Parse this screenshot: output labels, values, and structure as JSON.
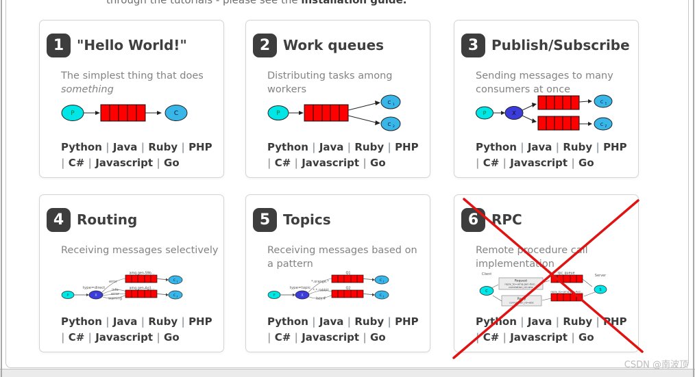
{
  "page": {
    "top_note_prefix": "through the tutorials - please see the ",
    "top_note_bold": "installation guide.",
    "watermark": "CSDN @南波顶"
  },
  "languages": {
    "items": [
      "Python",
      "Java",
      "Ruby",
      "PHP",
      "C#",
      "Javascript",
      "Go"
    ],
    "separator": "|"
  },
  "cards": [
    {
      "number": "1",
      "title": "\"Hello World!\"",
      "description": "The simplest thing that does ",
      "description_italic": "something"
    },
    {
      "number": "2",
      "title": "Work queues",
      "description": "Distributing tasks among workers"
    },
    {
      "number": "3",
      "title": "Publish/Subscribe",
      "description": "Sending messages to many consumers at once"
    },
    {
      "number": "4",
      "title": "Routing",
      "description": "Receiving messages selectively"
    },
    {
      "number": "5",
      "title": "Topics",
      "description": "Receiving messages based on a pattern"
    },
    {
      "number": "6",
      "title": "RPC",
      "description": "Remote procedure call implementation"
    }
  ],
  "diagrams": {
    "hello": {
      "producer": "P",
      "consumer": "C"
    },
    "work": {
      "producer": "P",
      "consumer1": "C",
      "consumer1_sub": "1",
      "consumer2": "C",
      "consumer2_sub": "2"
    },
    "pubsub": {
      "producer": "P",
      "exchange": "X",
      "consumer1": "C",
      "consumer1_sub": "1",
      "consumer2": "C",
      "consumer2_sub": "2"
    },
    "routing": {
      "producer": "P",
      "exchange": "X",
      "exchange_type": "type=direct",
      "binding1": "error",
      "binding2": "info",
      "binding3": "error",
      "binding4": "warning",
      "queue1_label": "amq.gen-S9b...",
      "queue2_label": "amq.gen-Ag1...",
      "consumer1": "C",
      "consumer1_sub": "1",
      "consumer2": "C",
      "consumer2_sub": "2"
    },
    "topics": {
      "producer": "P",
      "exchange": "X",
      "exchange_type": "type=topic",
      "binding1": "*.orange.*",
      "binding2": "*.*.rabbit",
      "binding3": "lazy.#",
      "queue1_label": "Q1",
      "queue2_label": "Q2",
      "consumer1": "C",
      "consumer1_sub": "1",
      "consumer2": "C",
      "consumer2_sub": "2"
    },
    "rpc": {
      "client_label": "Client",
      "server_label": "Server",
      "client_node": "C",
      "server_node": "S",
      "request_line1": "Request",
      "request_line2": "reply_to=amq.gen-Xa2...",
      "request_line3": "correlation_id=abc",
      "reply_line1": "Reply",
      "reply_line2": "correlation_id=abc",
      "queue_top_label": "rpc_queue",
      "queue_bottom_label": "reply_to=amq.gen-Xa2..."
    }
  },
  "colors": {
    "producer": "#00e5e5",
    "consumer": "#38b6e8",
    "exchange": "#3c3cd9",
    "queue": "#ff0000",
    "cross": "#e01212"
  }
}
